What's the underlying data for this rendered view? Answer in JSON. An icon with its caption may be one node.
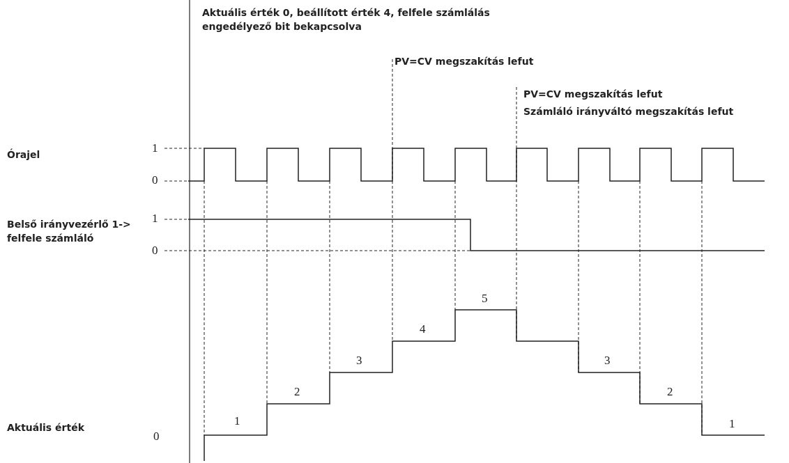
{
  "diagram": {
    "labels": [
      "Aktuális érték 0, beállított érték 4, felfele számlálás engedélyező bit bekapcsolva",
      "PV=CV megszakítás lefut",
      "PV=CV megszakítás lefut",
      "Számláló irányváltó megszakítás lefut",
      "Órajel",
      "1",
      "0",
      "Belső irányvezérlő 1-> felfele számláló",
      "1",
      "0",
      "5",
      "4",
      "3",
      "3",
      "2",
      "2",
      "1",
      "Aktuális érték",
      "0",
      "1"
    ]
  }
}
